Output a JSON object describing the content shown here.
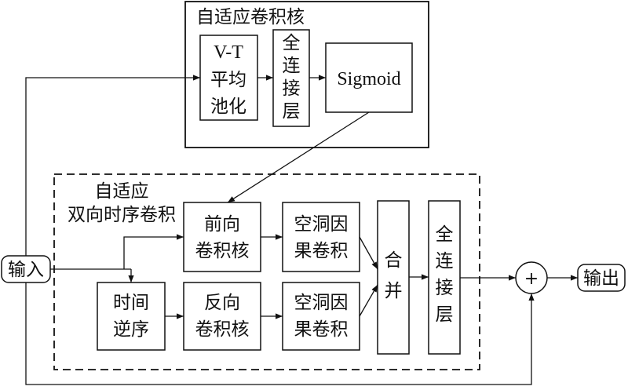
{
  "adaptive_kernel": {
    "title": "自适应卷积核",
    "pool_lines": [
      "V-T",
      "平均",
      "池化"
    ],
    "fc_lines": [
      "全",
      "连",
      "接",
      "层"
    ],
    "sigmoid": "Sigmoid"
  },
  "bidir_conv": {
    "title_lines": [
      "自适应",
      "双向时序卷积"
    ],
    "forward_kernel_lines": [
      "前向",
      "卷积核"
    ],
    "time_reverse_lines": [
      "时间",
      "逆序"
    ],
    "backward_kernel_lines": [
      "反向",
      "卷积核"
    ],
    "dilated_top_lines": [
      "空洞因",
      "果卷积"
    ],
    "dilated_bottom_lines": [
      "空洞因",
      "果卷积"
    ],
    "merge_lines": [
      "合",
      "并"
    ],
    "fc_lines": [
      "全",
      "连",
      "接",
      "层"
    ]
  },
  "io": {
    "input": "输入",
    "output": "输出",
    "sum_symbol": "+"
  }
}
